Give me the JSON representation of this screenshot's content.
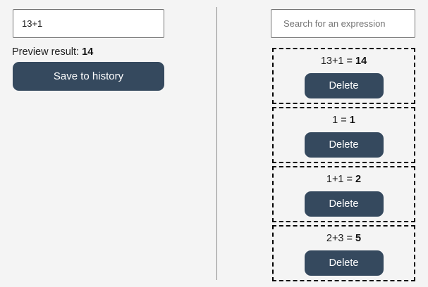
{
  "colors": {
    "background": "#f4f4f4",
    "button_primary": "#35495e",
    "button_text": "#ffffff",
    "input_border": "#767676",
    "card_border": "#000000",
    "divider": "#8c8c8c",
    "text": "#1f1f1f",
    "placeholder": "#757575"
  },
  "editor": {
    "expression_value": "13+1",
    "expression_placeholder": "",
    "preview_label": "Preview result:",
    "preview_value": "14",
    "save_label": "Save to history"
  },
  "history_panel": {
    "search_value": "",
    "search_placeholder": "Search for an expression",
    "delete_label": "Delete",
    "items": [
      {
        "expression": "13+1 = ",
        "result": "14"
      },
      {
        "expression": "1 = ",
        "result": "1"
      },
      {
        "expression": "1+1 = ",
        "result": "2"
      },
      {
        "expression": "2+3 = ",
        "result": "5"
      }
    ]
  }
}
